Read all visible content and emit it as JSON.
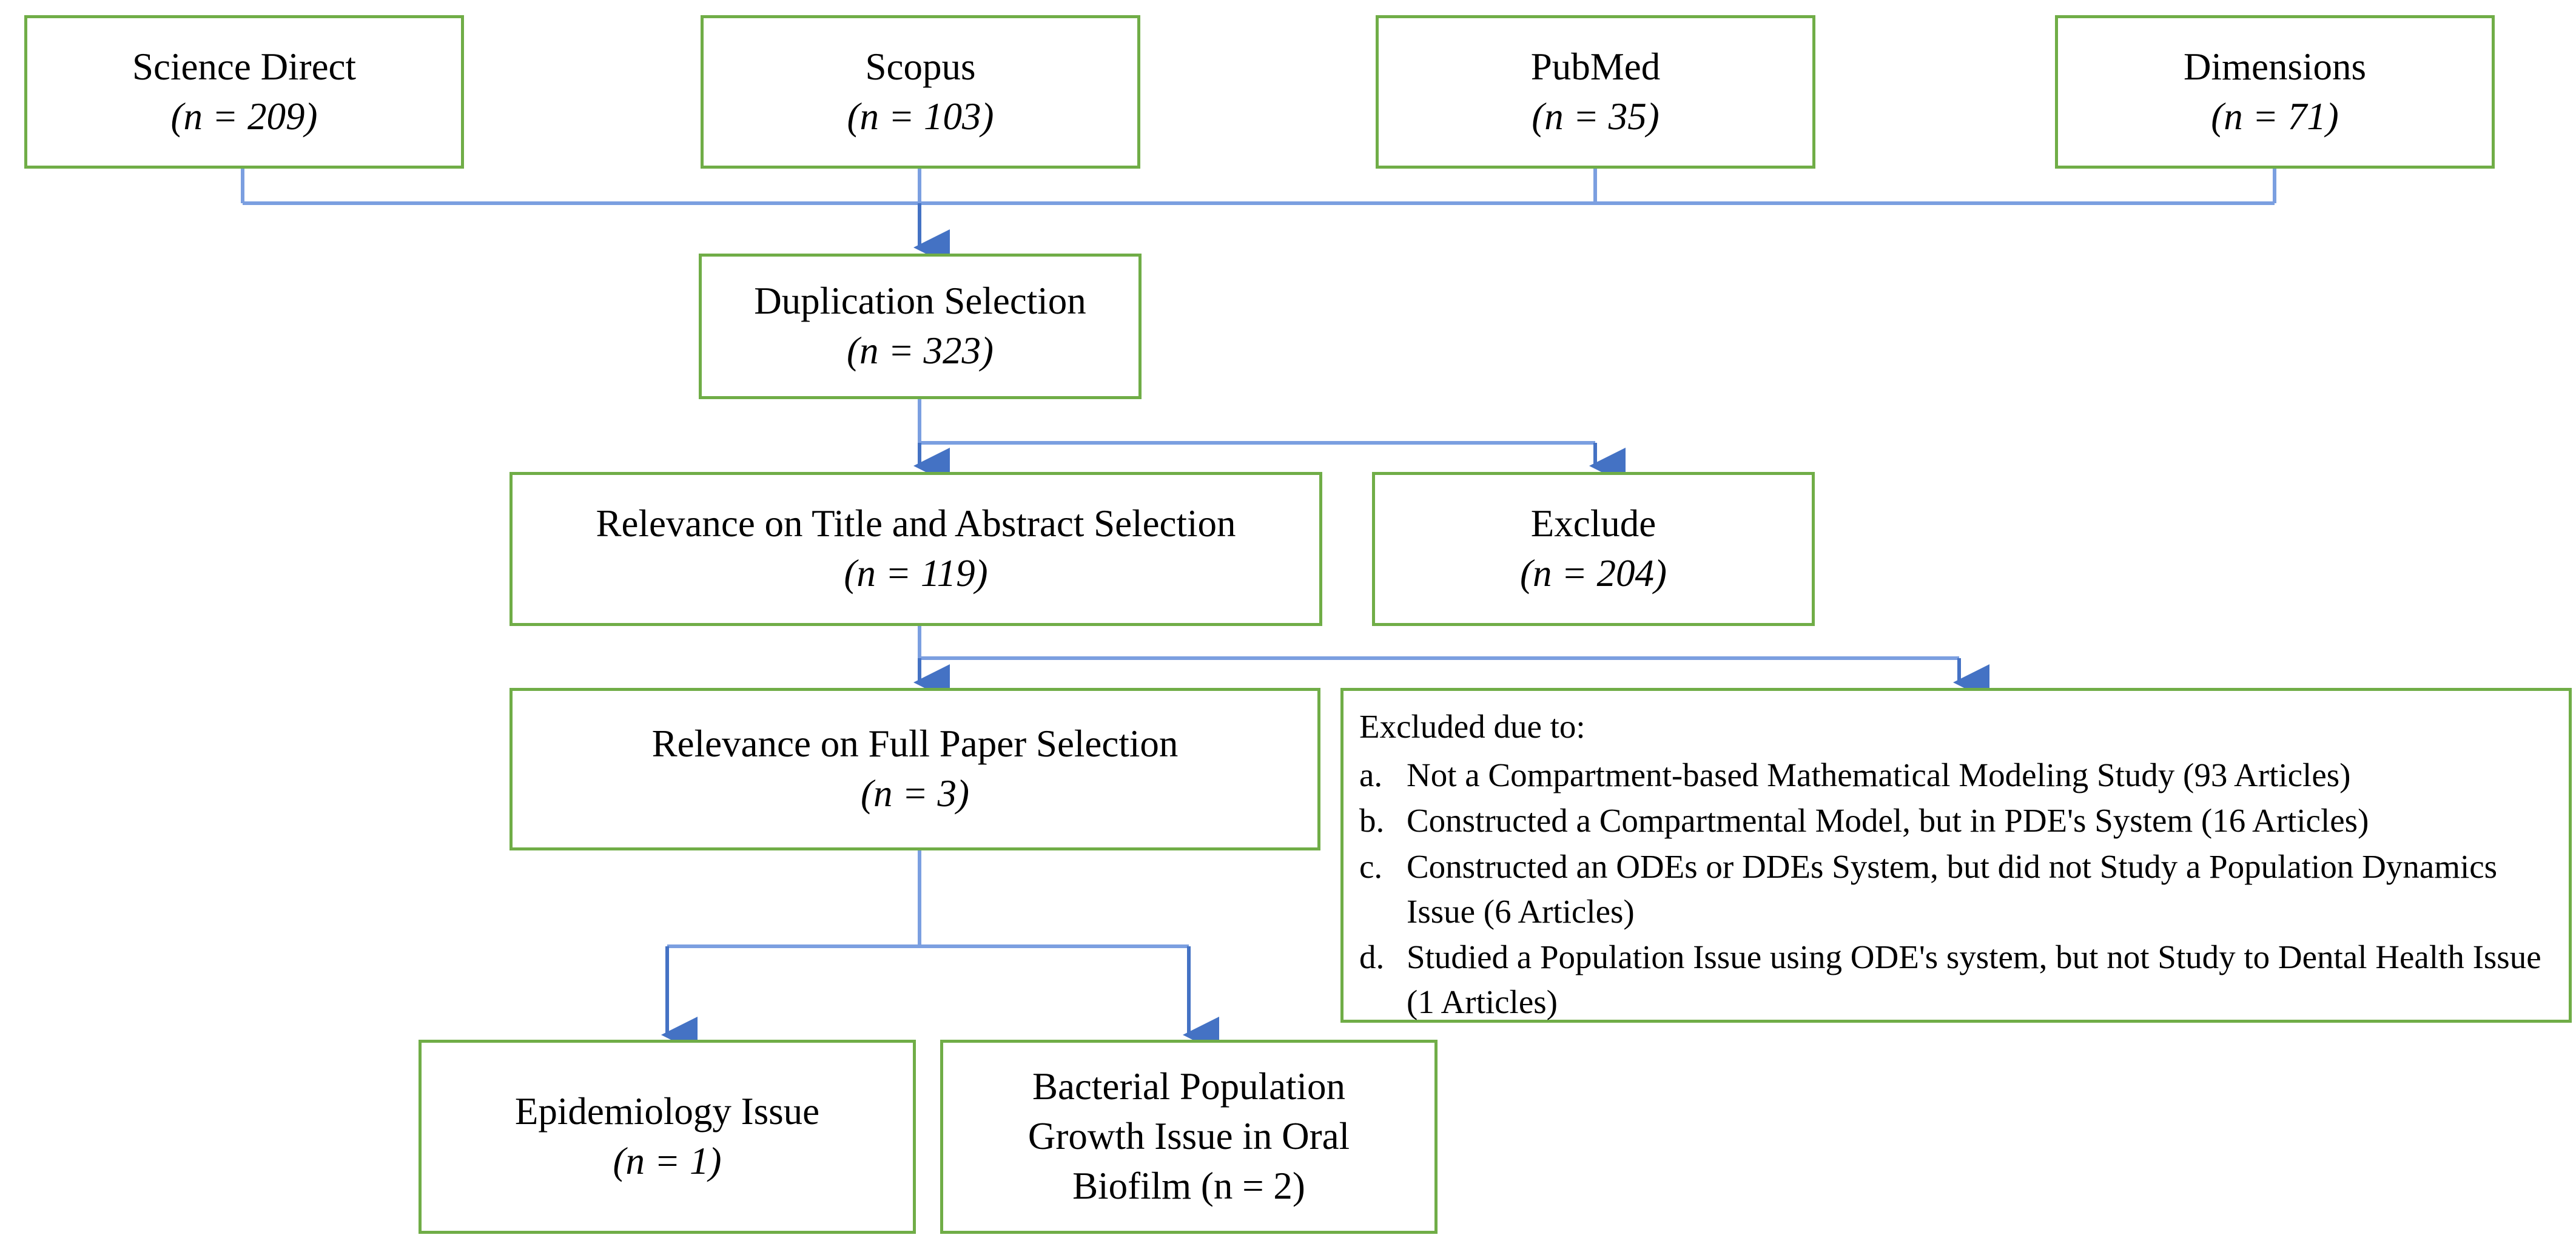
{
  "colors": {
    "box_border": "#70AD47",
    "connector": "#4472C4",
    "text": "#000000",
    "background": "#FFFFFF"
  },
  "diagram": {
    "type": "prisma-flow-diagram",
    "sources": [
      {
        "id": "science-direct",
        "label": "Science Direct",
        "count_text": "(n = 209)",
        "n": 209
      },
      {
        "id": "scopus",
        "label": "Scopus",
        "count_text": "(n = 103)",
        "n": 103
      },
      {
        "id": "pubmed",
        "label": "PubMed",
        "count_text": "(n = 35)",
        "n": 35
      },
      {
        "id": "dimensions",
        "label": "Dimensions",
        "count_text": "(n = 71)",
        "n": 71
      }
    ],
    "duplication": {
      "label": "Duplication Selection",
      "count_text": "(n = 323)",
      "n": 323
    },
    "title_abstract": {
      "label": "Relevance on Title and Abstract Selection",
      "count_text": "(n = 119)",
      "n": 119
    },
    "exclude": {
      "label": "Exclude",
      "count_text": "(n = 204)",
      "n": 204
    },
    "full_paper": {
      "label": "Relevance on Full Paper Selection",
      "count_text": "(n = 3)",
      "n": 3
    },
    "excluded_due_to": {
      "heading": "Excluded due to:",
      "items": [
        {
          "marker": "a.",
          "text": "Not a Compartment-based Mathematical Modeling Study (93 Articles)",
          "articles": 93
        },
        {
          "marker": "b.",
          "text": "Constructed a Compartmental Model, but in PDE's System (16 Articles)",
          "articles": 16
        },
        {
          "marker": "c.",
          "text": "Constructed an ODEs or DDEs System, but did not Study a Population Dynamics Issue (6 Articles)",
          "articles": 6
        },
        {
          "marker": "d.",
          "text": "Studied a Population Issue using ODE's system, but not Study to Dental Health Issue (1 Articles)",
          "articles": 1
        }
      ]
    },
    "outcomes": [
      {
        "id": "epidemiology",
        "label": "Epidemiology Issue",
        "count_text": "(n = 1)",
        "n": 1
      },
      {
        "id": "bacterial-biofilm",
        "label_line1": "Bacterial Population",
        "label_line2": "Growth Issue in Oral",
        "label_line3": "Biofilm (n = 2)",
        "n": 2
      }
    ]
  }
}
